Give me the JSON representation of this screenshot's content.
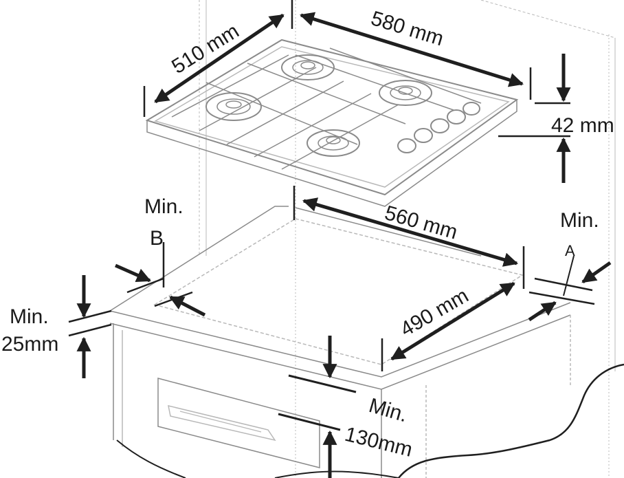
{
  "labels": {
    "hob_depth": "510 mm",
    "hob_width": "580 mm",
    "hob_height": "42 mm",
    "cutout_width": "560 mm",
    "cutout_depth": "490 mm",
    "min_b_min": "Min.",
    "min_b_letter": "B",
    "min_a_min": "Min.",
    "min_a_letter": "A",
    "min_25_min": "Min.",
    "min_25_value": "25mm",
    "min_130_min": "Min.",
    "min_130_value": "130mm"
  },
  "colors": {
    "ink": "#1f1f1f",
    "sketch": "#8a8a8a",
    "faint": "#b8b8b8"
  },
  "icons": {
    "arrow": "arrow-icon",
    "hob": "gas-hob-icon",
    "cabinet": "cabinet-icon"
  }
}
